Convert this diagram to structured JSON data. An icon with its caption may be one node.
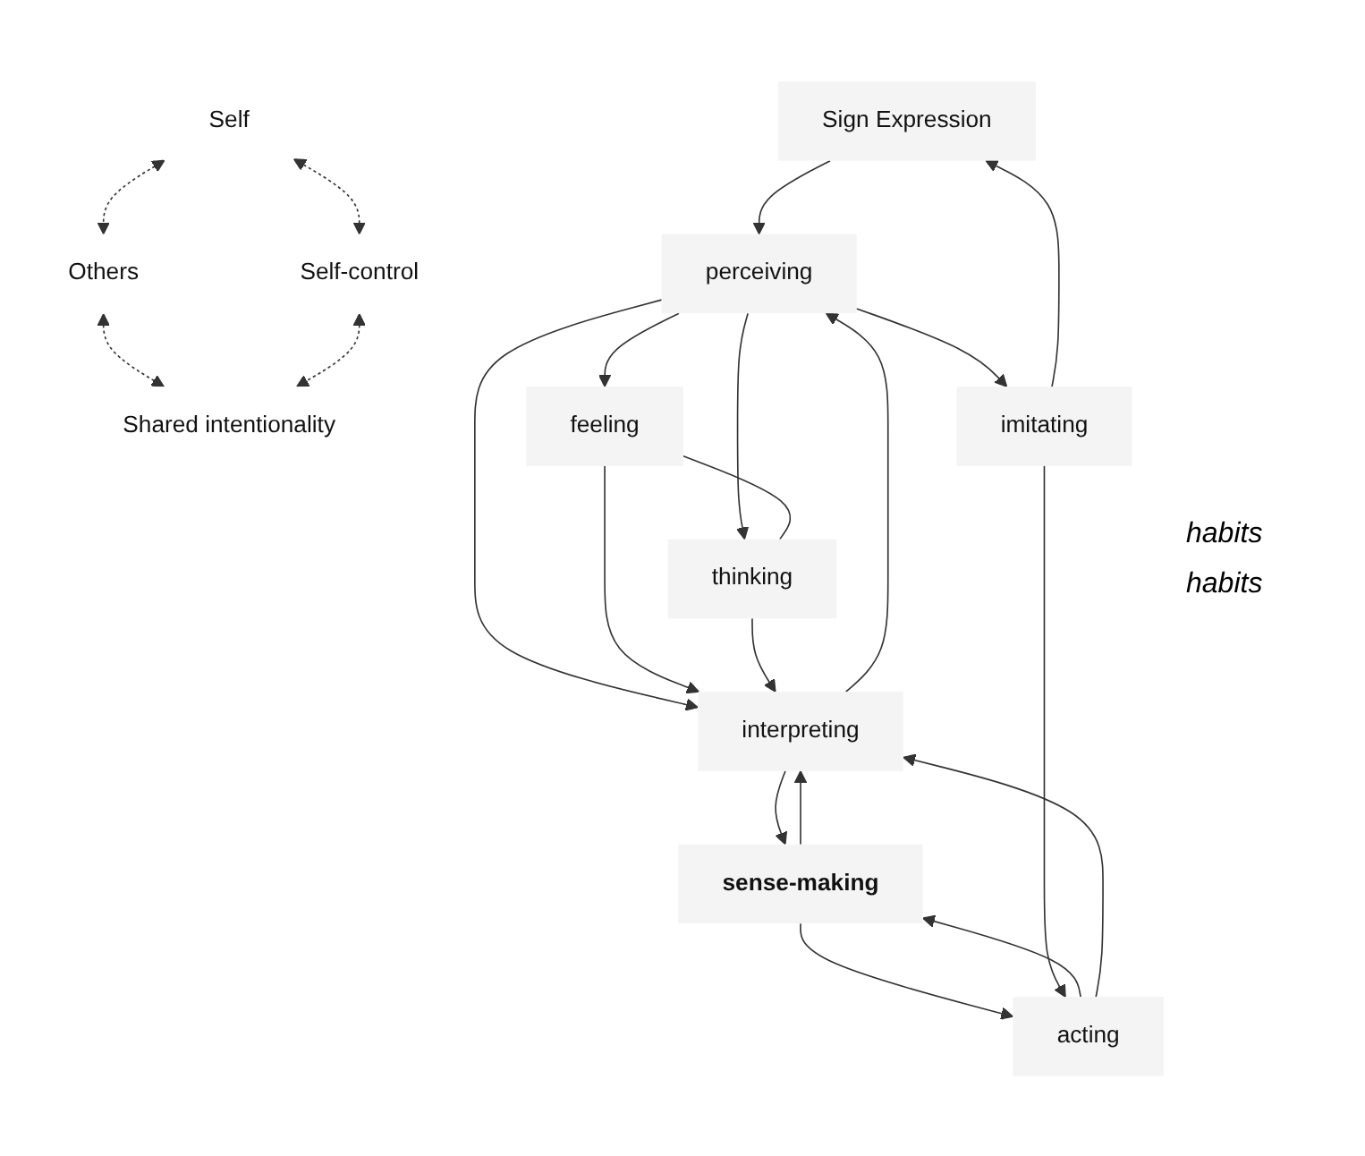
{
  "diagram": {
    "nodes": [
      {
        "text": [
          "Self"
        ]
      },
      {
        "text": [
          "Others"
        ]
      },
      {
        "text": [
          "Self-control"
        ]
      },
      {
        "text": [
          "Shared intentionality"
        ]
      },
      {
        "text": [
          "Sign Expression"
        ]
      },
      {
        "text": [
          "perceiving"
        ]
      },
      {
        "text": [
          "feeling"
        ]
      },
      {
        "text": [
          "thinking"
        ]
      },
      {
        "text": [
          "interpreting"
        ]
      },
      {
        "text": [
          "sense-making"
        ]
      },
      {
        "text": [
          "acting"
        ]
      },
      {
        "text": [
          "imitating"
        ]
      }
    ],
    "edges": [
      {
        "from": 0,
        "to": 1,
        "arrow": "both",
        "style": "dashed"
      },
      {
        "from": 0,
        "to": 2,
        "arrow": "both",
        "style": "dashed"
      },
      {
        "from": 1,
        "to": 3,
        "arrow": "both",
        "style": "dashed"
      },
      {
        "from": 2,
        "to": 3,
        "arrow": "both",
        "style": "dashed"
      },
      {
        "from": 4,
        "to": 5,
        "arrow": "to"
      },
      {
        "from": 5,
        "to": 6,
        "arrow": "to"
      },
      {
        "from": 5,
        "to": 7,
        "arrow": "to"
      },
      {
        "from": 5,
        "to": 8,
        "arrow": "to"
      },
      {
        "from": 6,
        "to": 7,
        "arrow": "none"
      },
      {
        "from": 6,
        "to": 8,
        "arrow": "to"
      },
      {
        "from": 7,
        "to": 8,
        "arrow": "to"
      },
      {
        "from": 8,
        "to": 5,
        "arrow": "to"
      },
      {
        "from": 8,
        "to": 9,
        "arrow": "to"
      },
      {
        "from": 9,
        "to": 8,
        "arrow": "to"
      },
      {
        "from": 9,
        "to": 10,
        "arrow": "to"
      },
      {
        "from": 10,
        "to": 9,
        "arrow": "to"
      },
      {
        "from": 10,
        "to": 8,
        "arrow": "to"
      },
      {
        "from": 11,
        "to": 10,
        "arrow": "to"
      },
      {
        "from": 11,
        "to": 4,
        "arrow": "to"
      },
      {
        "from": 5,
        "to": 11,
        "arrow": "to"
      }
    ],
    "labels": [
      "habits",
      "habits"
    ]
  }
}
